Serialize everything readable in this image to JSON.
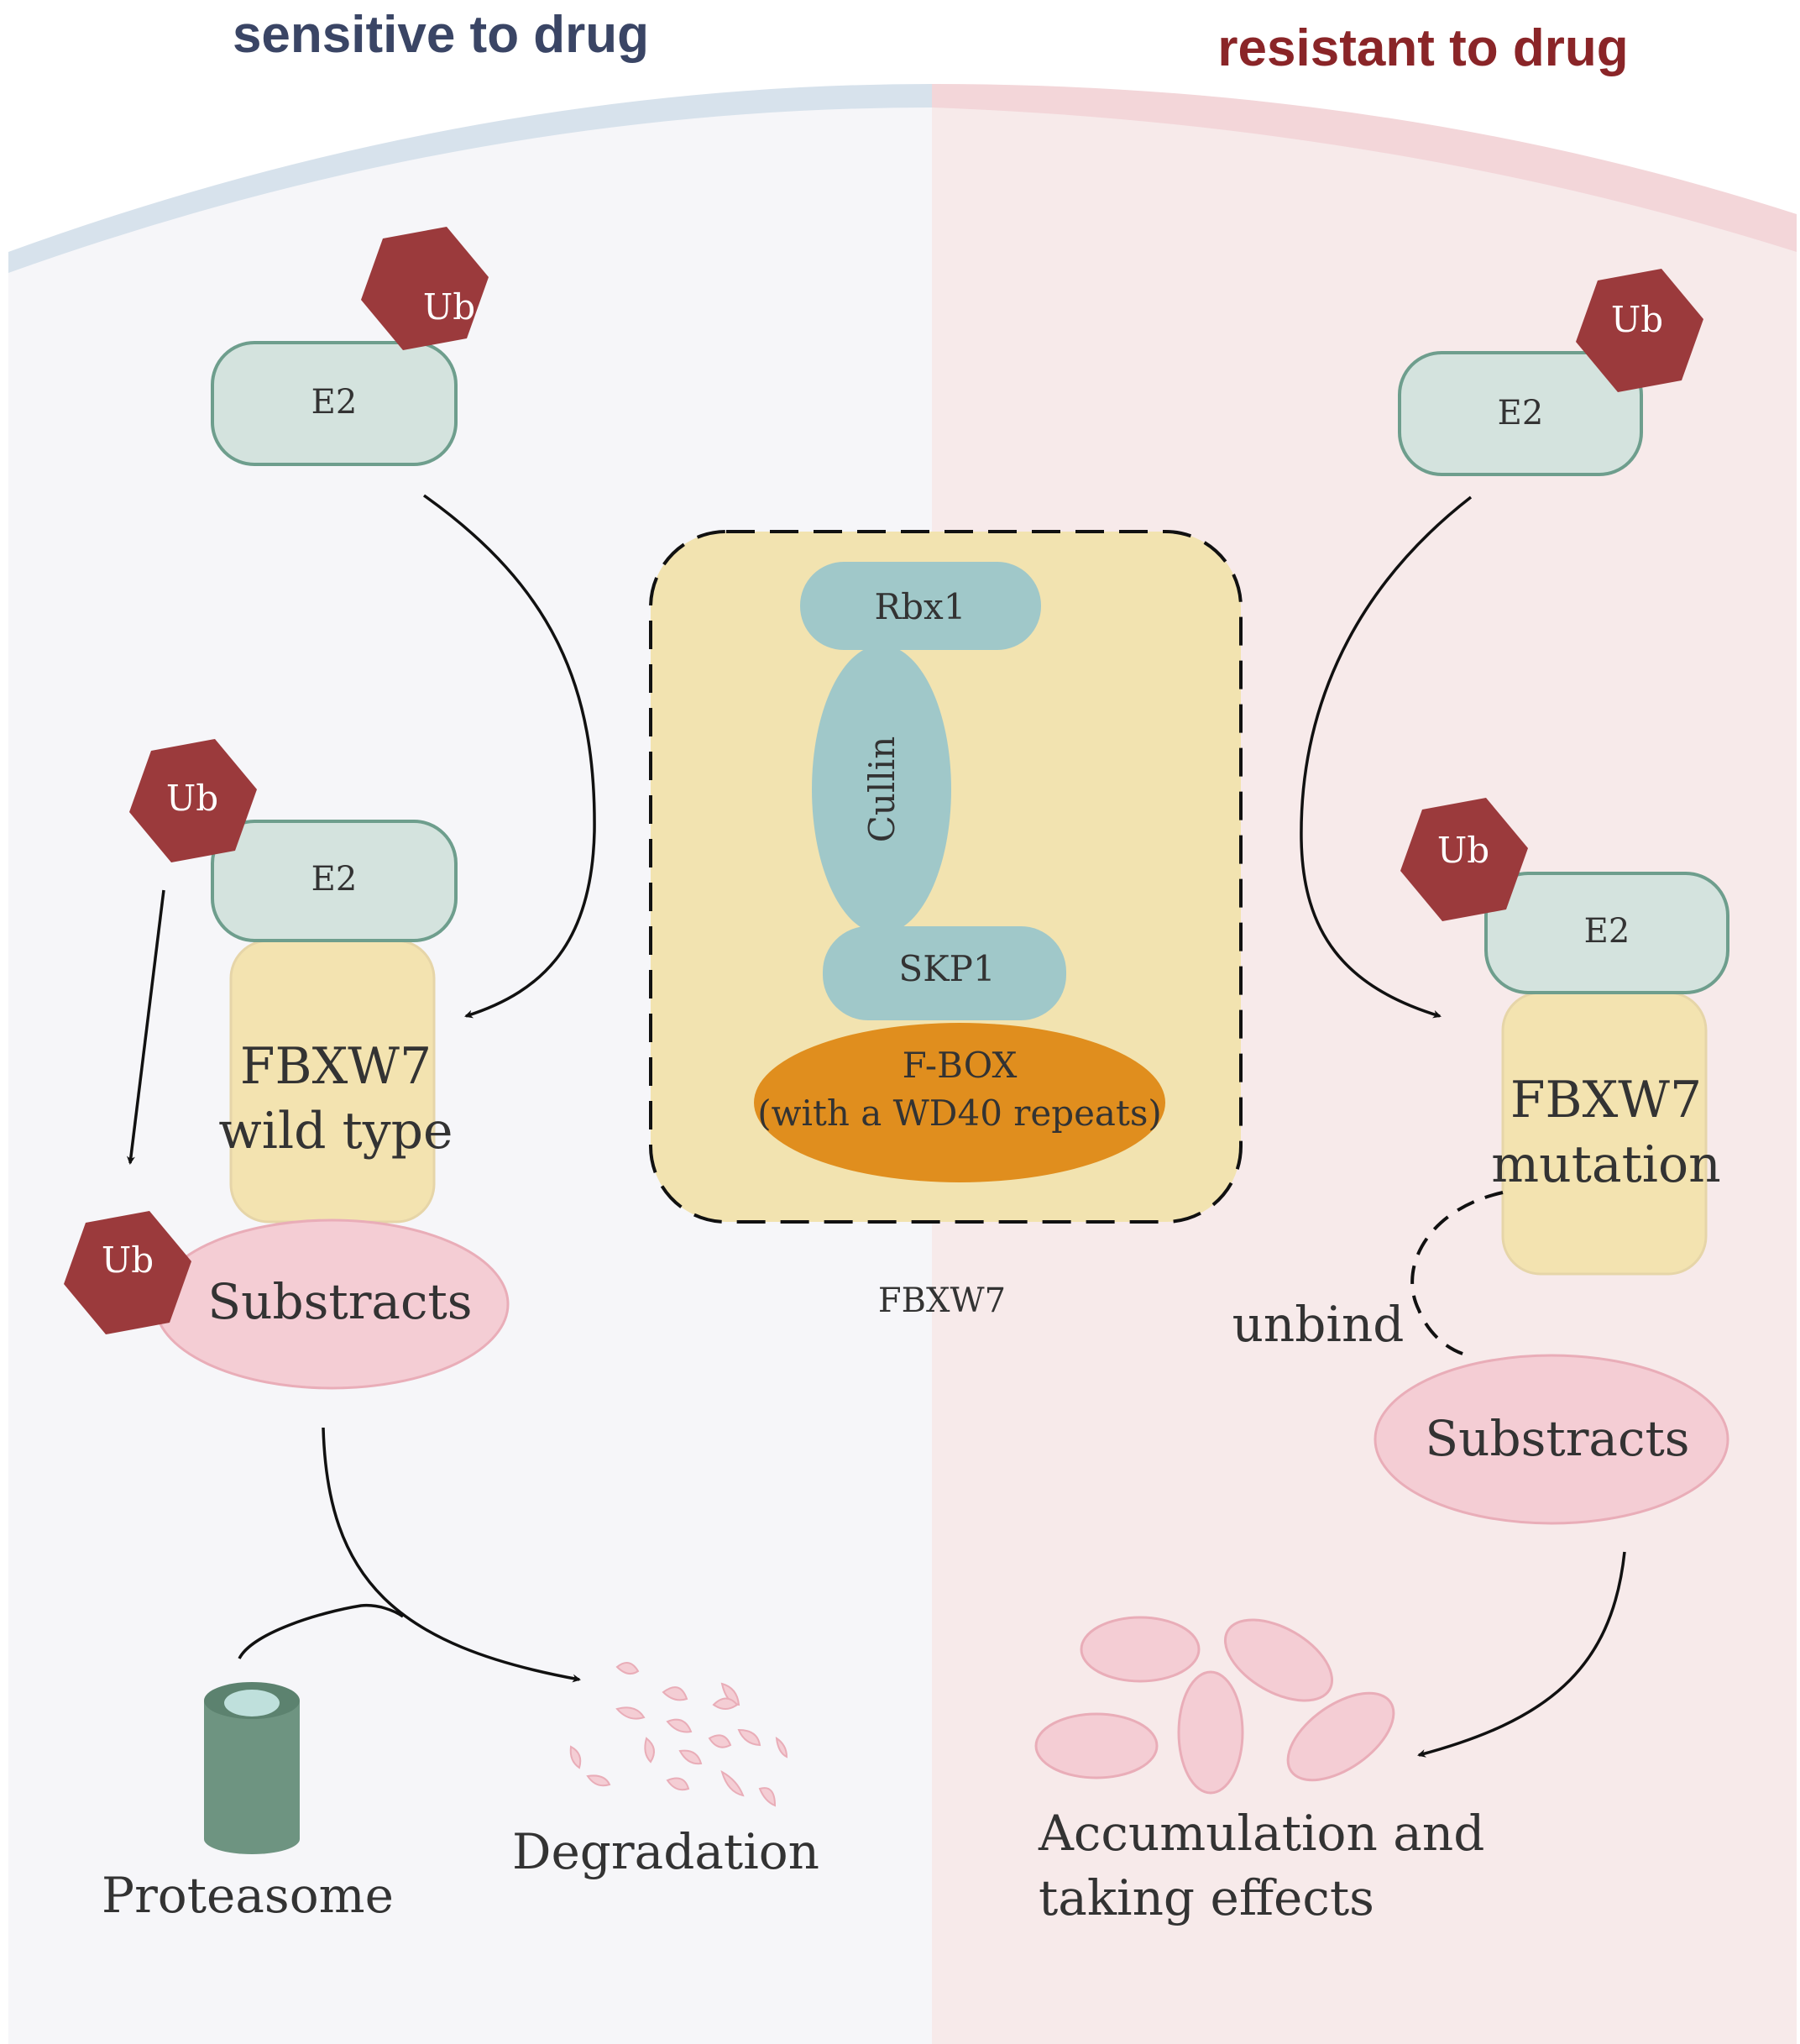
{
  "headings": {
    "left": "sensitive to drug",
    "right": "resistant to drug"
  },
  "colors": {
    "left_bg": "#f6f6f9",
    "right_bg": "#f7eaea",
    "left_membrane": "#d7e2ec",
    "right_membrane": "#f3d6d9",
    "left_heading": "#3a4565",
    "right_heading": "#8a2528",
    "ub": "#9b3a3c",
    "e2_fill": "#d4e3de",
    "e2_stroke": "#6e9e8d",
    "fbxw7_fill": "#f3e3b0",
    "substract_fill": "#f4cdd4",
    "complex_bg": "#f2e3b0",
    "rbx1_cullin_skp1": "#a0c8c9",
    "fbox": "#e08e1e",
    "proteasome": "#6e9481",
    "proteasome_top": "#bfe0dc"
  },
  "left": {
    "ub_top": "Ub",
    "e2_top": "E2",
    "ub_mid": "Ub",
    "e2_mid": "E2",
    "fbxw7_line1": "FBXW7",
    "fbxw7_line2": "wild type",
    "ub_sub": "Ub",
    "substracts": "Substracts",
    "proteasome": "Proteasome",
    "degradation": "Degradation"
  },
  "center": {
    "rbx1": "Rbx1",
    "cullin": "Cullin",
    "skp1": "SKP1",
    "fbox_line1": "F-BOX",
    "fbox_line2": "(with a WD40 repeats)",
    "caption": "FBXW7"
  },
  "right": {
    "ub_top": "Ub",
    "e2_top": "E2",
    "ub_mid": "Ub",
    "e2_mid": "E2",
    "fbxw7_line1": "FBXW7",
    "fbxw7_line2": "mutation",
    "unbind": "unbind",
    "substracts": "Substracts",
    "accumulation_line1": "Accumulation and",
    "accumulation_line2": "taking effects"
  }
}
